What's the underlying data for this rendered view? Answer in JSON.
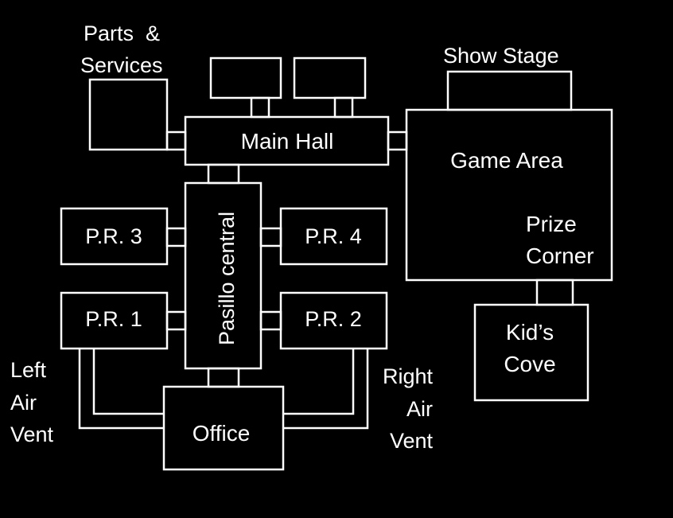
{
  "colors": {
    "background": "#000000",
    "line": "#ffffff",
    "text": "#ffffff"
  },
  "labels": {
    "parts_services_line1": "Parts  &",
    "parts_services_line2": "Services",
    "show_stage": "Show Stage",
    "main_hall": "Main Hall",
    "game_area": "Game Area",
    "prize_corner_line1": "Prize",
    "prize_corner_line2": "Corner",
    "kids_cove_line1": "Kid’s",
    "kids_cove_line2": "Cove",
    "pr3": "P.R. 3",
    "pr4": "P.R. 4",
    "pr1": "P.R. 1",
    "pr2": "P.R. 2",
    "pasillo_central": "Pasillo central",
    "office": "Office",
    "left_air_vent_line1": "Left",
    "left_air_vent_line2": "Air",
    "left_air_vent_line3": "Vent",
    "right_air_vent_line1": "Right",
    "right_air_vent_line2": "Air",
    "right_air_vent_line3": "Vent"
  }
}
